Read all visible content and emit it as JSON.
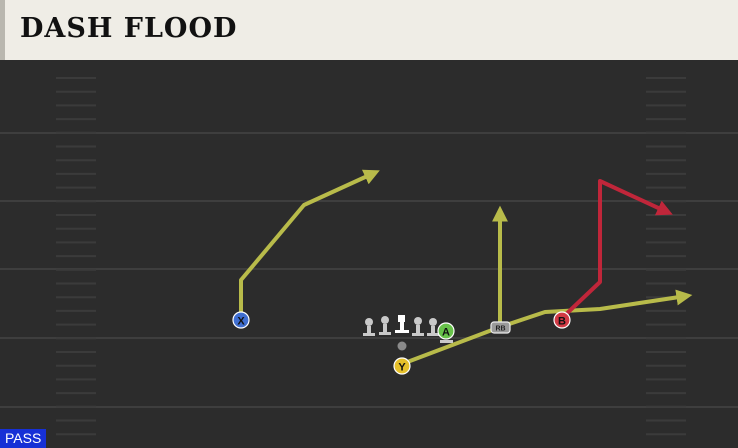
{
  "play": {
    "name": "DASH FLOOD",
    "type_badge": "PASS"
  },
  "players": {
    "x": "X",
    "y": "Y",
    "a": "A",
    "b": "B",
    "rb": "RB"
  },
  "colors": {
    "primary_route": "#b8bb4a",
    "read_route": "#c0263a",
    "receiver_x": "#3f6ed0",
    "receiver_y": "#e6c02a",
    "receiver_a": "#67c24a",
    "receiver_b": "#d23a45",
    "badge": "#1630d6"
  }
}
